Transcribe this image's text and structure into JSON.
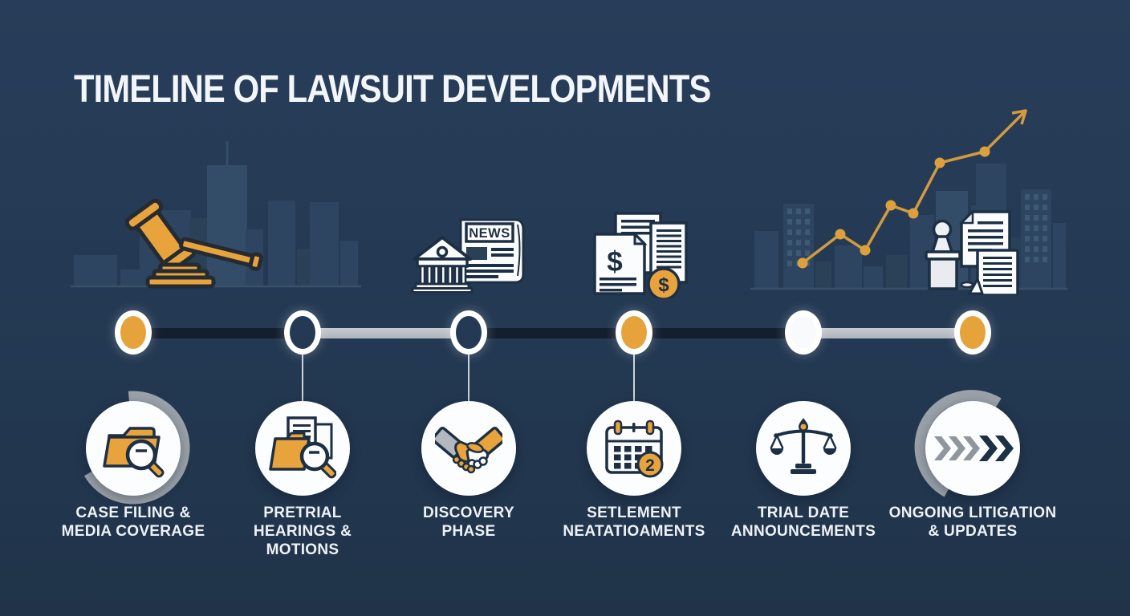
{
  "title": "TIMELINE OF LAWSUIT DEVELOPMENTS",
  "colors": {
    "background": "#243A54",
    "accent_orange": "#E8A33C",
    "track_dark": "#141F2E",
    "track_light": "#B7BCC3",
    "arc_gray": "#9AA1A9",
    "icon_outline_navy": "#1D2F44",
    "skyline_building": "#2D4560",
    "label_text": "#EEF2F6"
  },
  "decor_icons": {
    "gavel": "gavel-icon",
    "courthouse_news": {
      "name": "courthouse-news-icon",
      "news_label": "NEWS"
    },
    "money_documents": {
      "name": "money-documents-icon",
      "document_symbol": "$",
      "coin_symbol": "$"
    },
    "growth_chart": "growth-line-icon",
    "stamp_documents": "stamp-documents-icon"
  },
  "timeline": {
    "steps": [
      {
        "label": "CASE FILING & MEDIA COVERAGE",
        "node_style": "orange-filled",
        "icon": "folder-search-icon"
      },
      {
        "label": "PRETRIAL HEARINGS & MOTIONS",
        "node_style": "hollow",
        "icon": "documents-search-icon"
      },
      {
        "label": "DISCOVERY PHASE",
        "node_style": "hollow",
        "icon": "handshake-icon"
      },
      {
        "label": "SETLEMENT NEATATIOAMENTS",
        "node_style": "orange-filled",
        "icon": "calendar-icon",
        "calendar_badge": "2"
      },
      {
        "label": "TRIAL DATE ANNOUNCEMENTS",
        "node_style": "white-filled",
        "icon": "scales-icon"
      },
      {
        "label": "ONGOING LITIGATION & UPDATES",
        "node_style": "orange-filled",
        "icon": "chevrons-icon"
      }
    ]
  }
}
